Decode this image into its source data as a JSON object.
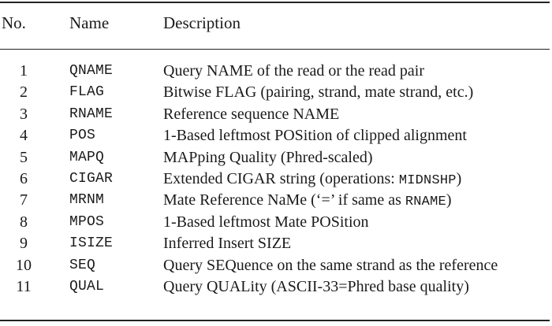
{
  "table": {
    "headers": {
      "no": "No.",
      "name": "Name",
      "description": "Description"
    },
    "rows": [
      {
        "no": "1",
        "name": "QNAME",
        "desc": [
          {
            "t": "Query NAME of the read or the read pair"
          }
        ]
      },
      {
        "no": "2",
        "name": "FLAG",
        "desc": [
          {
            "t": "Bitwise FLAG (pairing, strand, mate strand, etc.)"
          }
        ]
      },
      {
        "no": "3",
        "name": "RNAME",
        "desc": [
          {
            "t": "Reference sequence NAME"
          }
        ]
      },
      {
        "no": "4",
        "name": "POS",
        "desc": [
          {
            "t": "1-Based leftmost POSition of clipped alignment"
          }
        ]
      },
      {
        "no": "5",
        "name": "MAPQ",
        "desc": [
          {
            "t": "MAPping Quality (Phred-scaled)"
          }
        ]
      },
      {
        "no": "6",
        "name": "CIGAR",
        "desc": [
          {
            "t": "Extended CIGAR string (operations: "
          },
          {
            "t": "MIDNSHP",
            "mono": true
          },
          {
            "t": ")"
          }
        ]
      },
      {
        "no": "7",
        "name": "MRNM",
        "desc": [
          {
            "t": "Mate Reference NaMe (‘=’ if same as "
          },
          {
            "t": "RNAME",
            "mono": true
          },
          {
            "t": ")"
          }
        ]
      },
      {
        "no": "8",
        "name": "MPOS",
        "desc": [
          {
            "t": "1-Based leftmost Mate POSition"
          }
        ]
      },
      {
        "no": "9",
        "name": "ISIZE",
        "desc": [
          {
            "t": "Inferred Insert SIZE"
          }
        ]
      },
      {
        "no": "10",
        "name": "SEQ",
        "desc": [
          {
            "t": "Query SEQuence on the same strand as the reference"
          }
        ]
      },
      {
        "no": "11",
        "name": "QUAL",
        "desc": [
          {
            "t": "Query QUALity (ASCII-33=Phred base quality)"
          }
        ]
      }
    ]
  }
}
